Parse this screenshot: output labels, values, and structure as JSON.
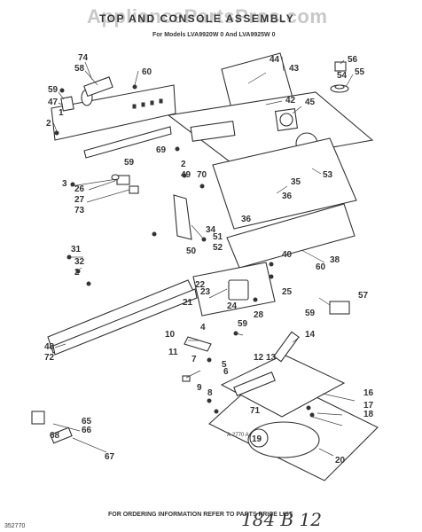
{
  "header": {
    "watermark": "AppliancePartsPros.com",
    "title": "TOP AND CONSOLE ASSEMBLY",
    "models": "For Models LVA9920W 0 And LVA9925W 0"
  },
  "footer": {
    "ordering_note": "FOR ORDERING INFORMATION REFER TO PARTS PRICE LIST",
    "doc_code": "352770",
    "figure_code": "A-2770 A",
    "handwritten_note": "184 B 12"
  },
  "callouts": [
    "74",
    "58",
    "60",
    "59",
    "47",
    "1",
    "2",
    "3",
    "59",
    "26",
    "27",
    "73",
    "44",
    "43",
    "56",
    "55",
    "54",
    "42",
    "45",
    "69",
    "2",
    "49",
    "70",
    "35",
    "53",
    "36",
    "34",
    "51",
    "52",
    "50",
    "36",
    "40",
    "38",
    "60",
    "22",
    "23",
    "24",
    "21",
    "25",
    "57",
    "59",
    "31",
    "32",
    "2",
    "48",
    "72",
    "28",
    "59",
    "14",
    "10",
    "4",
    "11",
    "7",
    "6",
    "13",
    "12",
    "5",
    "9",
    "8",
    "71",
    "16",
    "17",
    "18",
    "19",
    "20",
    "65",
    "66",
    "68",
    "67"
  ]
}
